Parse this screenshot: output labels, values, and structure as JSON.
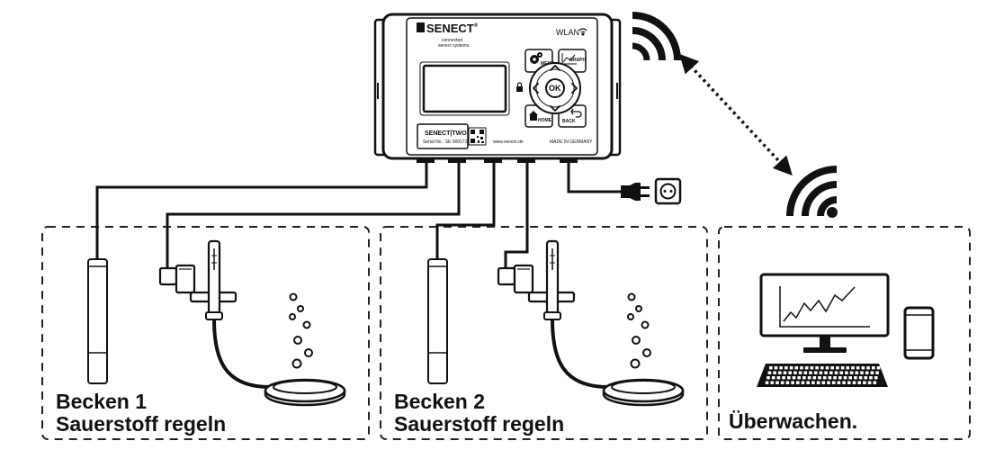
{
  "device": {
    "brand": "SENECT",
    "brand_registered": "®",
    "tagline_1": "connected",
    "tagline_2": "senect systems",
    "wlan_label": "WLAN",
    "model_label": "SENECT|TWO",
    "serial_label": "Serial No.: SE 000172",
    "website": "www.senect.de",
    "made_in": "MADE IN GERMANY",
    "buttons": {
      "menu": "MENU",
      "graph": "GRAPH",
      "home": "HOME",
      "back": "BACK",
      "ok": "OK"
    }
  },
  "zones": [
    {
      "title": "Becken 1",
      "subtitle": "Sauerstoff regeln"
    },
    {
      "title": "Becken 2",
      "subtitle": "Sauerstoff regeln"
    },
    {
      "title": "Überwachen."
    }
  ],
  "icons": [
    "wifi-icon",
    "power-plug-icon",
    "power-socket-icon",
    "oxygen-sensor-icon",
    "solenoid-valve-icon",
    "flow-meter-icon",
    "air-diffuser-icon",
    "air-bubbles-icon",
    "monitor-icon",
    "keyboard-icon",
    "smartphone-icon",
    "lock-icon"
  ],
  "colors": {
    "line": "#111111",
    "background": "#ffffff"
  }
}
